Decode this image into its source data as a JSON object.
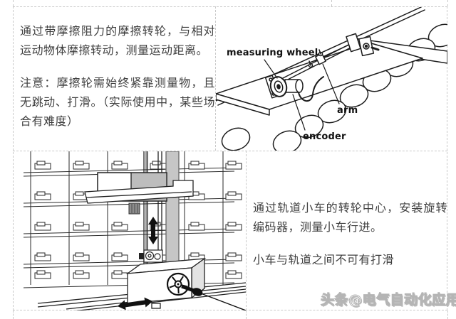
{
  "top_row": {
    "friction_text": {
      "p1": "通过带摩擦阻力的摩擦转轮，与相对运动物体摩擦转动，测量运动距离。",
      "p2": "注意：摩擦轮需始终紧靠测量物，且无跳动、打滑。（实际使用中，某些场合有难度）"
    },
    "diagram_labels": {
      "measuring_wheel": "measuring wheel",
      "arm": "arm",
      "encoder": "encoder"
    }
  },
  "bottom_row": {
    "cart_text": {
      "p1": "通过轨道小车的转轮中心，安装旋转编码器，测量小车行进。",
      "p2": "小车与轨道之间不可有打滑"
    }
  },
  "watermark": {
    "text": "头条@电气自动化应用"
  },
  "colors": {
    "table_border": "#c9c9c9",
    "body_text": "#3f3f3f",
    "diagram_ink": "#1c1c1c",
    "mast_shade": "#c6c6c6",
    "carriage_shade": "#bdbdbd"
  }
}
